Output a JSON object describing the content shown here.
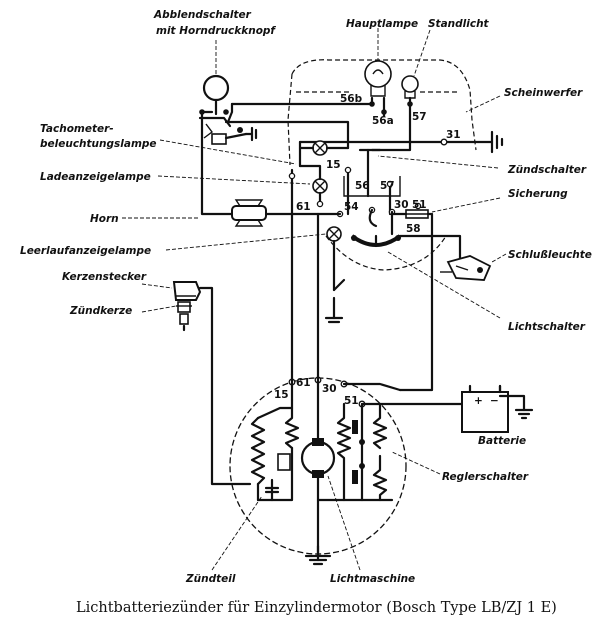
{
  "labels": {
    "abblendschalter": "Abblendschalter",
    "horndruckknopf": "mit Horndruckknopf",
    "hauptlampe": "Hauptlampe",
    "standlicht": "Standlicht",
    "scheinwerfer": "Scheinwerfer",
    "tachometer_1": "Tachometer-",
    "tachometer_2": "beleuchtungslampe",
    "ladeanzeigelampe": "Ladeanzeigelampe",
    "zuendschalter": "Zündschalter",
    "sicherung": "Sicherung",
    "horn": "Horn",
    "leerlaufanzeigelampe": "Leerlaufanzeigelampe",
    "schlussleuchte": "Schlußleuchte",
    "kerzenstecker": "Kerzenstecker",
    "zuendkerze": "Zündkerze",
    "lichtschalter": "Lichtschalter",
    "reglerschalter": "Reglerschalter",
    "batterie": "Batterie",
    "zuendteil": "Zündteil",
    "lichtmaschine": "Lichtmaschine"
  },
  "terminals": {
    "t56b": "56b",
    "t56a": "56a",
    "t57_top": "57",
    "t31": "31",
    "t15_top": "15",
    "t56": "56",
    "t57": "57",
    "t61_top": "61",
    "t54": "54",
    "t30_top": "30",
    "t51_top": "51",
    "t58": "58",
    "t15_bot": "15",
    "t61_bot": "61",
    "t30_bot": "30",
    "t51_bot": "51"
  },
  "battery_signs": {
    "plus": "+",
    "minus": "−"
  },
  "caption": "Lichtbatteriezünder für Einzylindermotor (Bosch Type LB/ZJ 1 E)"
}
